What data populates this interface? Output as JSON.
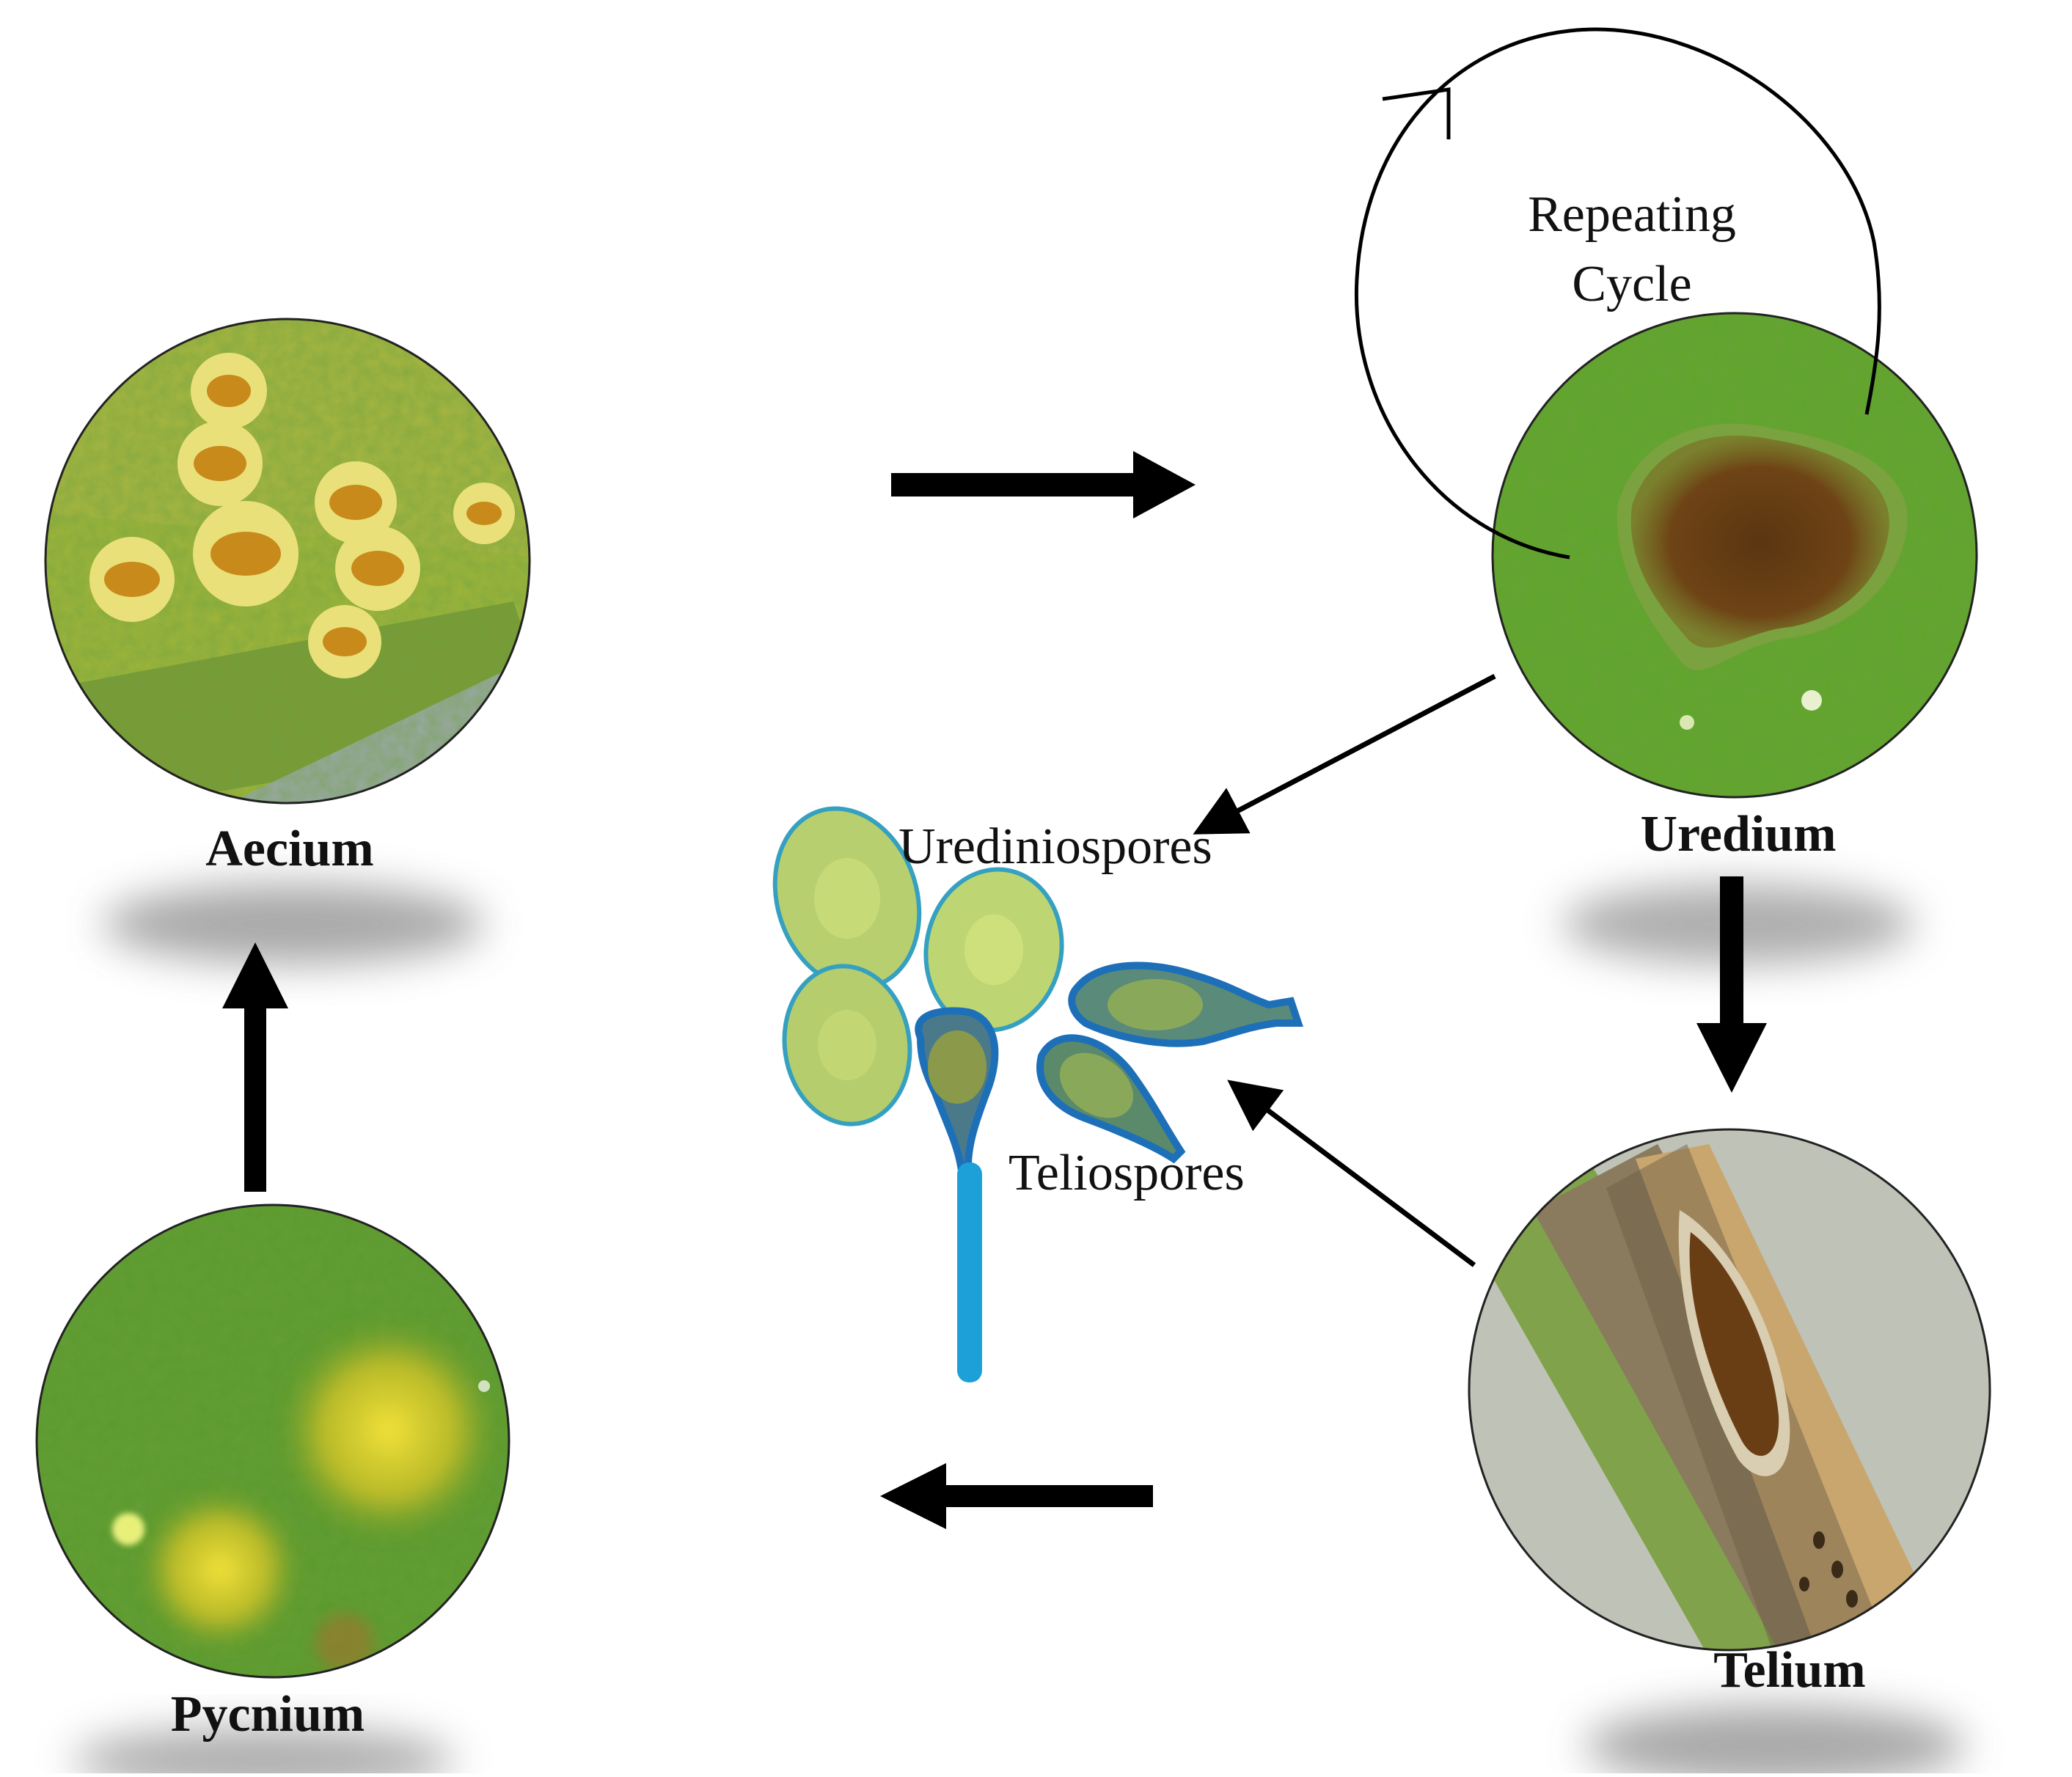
{
  "stages": {
    "aecium": "Aecium",
    "uredium": "Uredium",
    "telium": "Telium",
    "pycnium": "Pycnium"
  },
  "spores": {
    "urediniospores": "Urediniospores",
    "teliospores": "Teliospores"
  },
  "cycle": {
    "line1": "Repeating",
    "line2": "Cycle"
  },
  "colors": {
    "leaf_green": "#6faa2a",
    "rust_orange": "#c88a1a",
    "lesion_brown": "#6e4416",
    "stain_blue": "#1d9fd8",
    "arrow": "#000000"
  }
}
